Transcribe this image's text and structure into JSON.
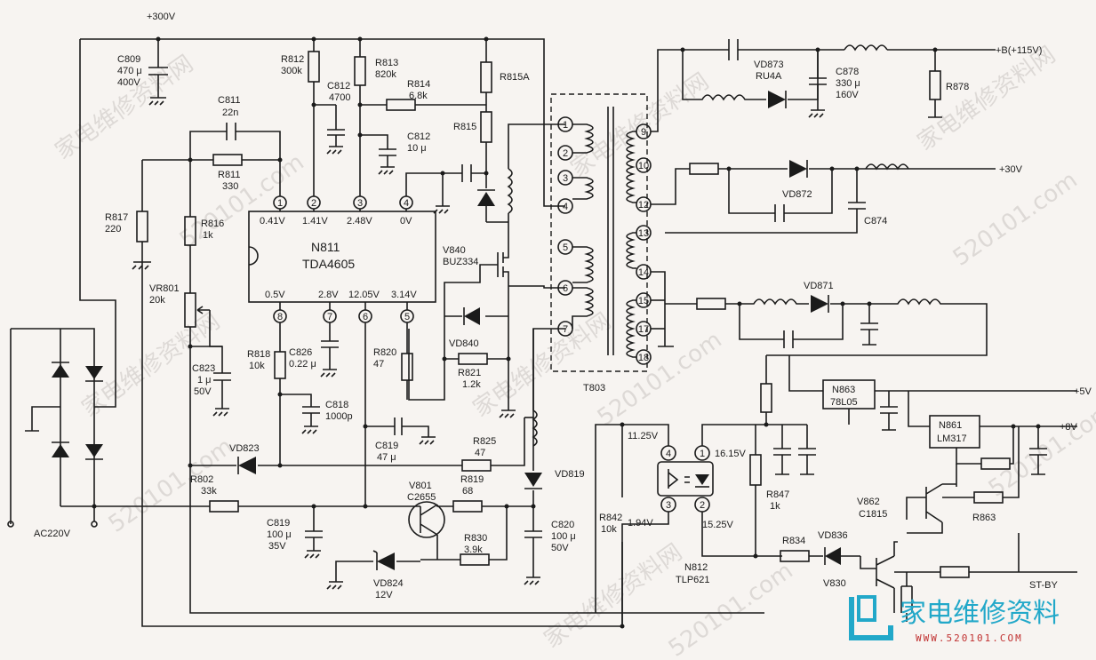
{
  "rails": {
    "v300": "+300V",
    "b115": "+B(+115V)",
    "v30": "+30V",
    "v5": "+5V",
    "v8": "+8V",
    "stby": "ST-BY",
    "ac": "AC220V"
  },
  "ic": {
    "ref": "N811",
    "part": "TDA4605",
    "top_pins": [
      {
        "num": "1",
        "v": "0.41V"
      },
      {
        "num": "2",
        "v": "1.41V"
      },
      {
        "num": "3",
        "v": "2.48V"
      },
      {
        "num": "4",
        "v": "0V"
      }
    ],
    "bottom_pins": [
      {
        "num": "8",
        "v": "0.5V"
      },
      {
        "num": "7",
        "v": "2.8V"
      },
      {
        "num": "6",
        "v": "12.05V"
      },
      {
        "num": "5",
        "v": "3.14V"
      }
    ]
  },
  "transformer": {
    "ref": "T803",
    "primary_pins": [
      "1",
      "2",
      "3",
      "4",
      "5",
      "6",
      "7"
    ],
    "secondary_pins": [
      "9",
      "10",
      "12",
      "13",
      "14",
      "15",
      "17",
      "18"
    ]
  },
  "components": {
    "c809": [
      "C809",
      "470 μ",
      "400V"
    ],
    "c811": [
      "C811",
      "22n"
    ],
    "r811": [
      "R811",
      "330"
    ],
    "r812": [
      "R812",
      "300k"
    ],
    "r813": [
      "R813",
      "820k"
    ],
    "c812a": [
      "C812",
      "4700"
    ],
    "r814": [
      "R814",
      "6.8k"
    ],
    "c812b": [
      "C812",
      "10 μ"
    ],
    "r815a": [
      "R815A"
    ],
    "r815": [
      "R815"
    ],
    "r817": [
      "R817",
      "220"
    ],
    "r816": [
      "R816",
      "1k"
    ],
    "vr801": [
      "VR801",
      "20k"
    ],
    "c823": [
      "C823",
      "1 μ",
      "50V"
    ],
    "r818": [
      "R818",
      "10k"
    ],
    "c826": [
      "C826",
      "0.22 μ"
    ],
    "c818": [
      "C818",
      "1000p"
    ],
    "r820": [
      "R820",
      "47"
    ],
    "v840": [
      "V840",
      "BUZ334"
    ],
    "vd840": [
      "VD840"
    ],
    "r821": [
      "R821",
      "1.2k"
    ],
    "c819a": [
      "C819",
      "47 μ"
    ],
    "r825": [
      "R825",
      "47"
    ],
    "vd823": [
      "VD823"
    ],
    "r802": [
      "R802",
      "33k"
    ],
    "v801": [
      "V801",
      "C2655"
    ],
    "r819": [
      "R819",
      "68"
    ],
    "c819b": [
      "C819",
      "100 μ",
      "35V"
    ],
    "r830": [
      "R830",
      "3.9k"
    ],
    "vd824": [
      "VD824",
      "12V"
    ],
    "vd819": [
      "VD819"
    ],
    "c820": [
      "C820",
      "100 μ",
      "50V"
    ],
    "r842": [
      "R842",
      "10k"
    ],
    "vd873": [
      "VD873",
      "RU4A"
    ],
    "c878": [
      "C878",
      "330 μ",
      "160V"
    ],
    "r878": [
      "R878"
    ],
    "vd872": [
      "VD872"
    ],
    "c874": [
      "C874"
    ],
    "vd871": [
      "VD871"
    ],
    "n863": [
      "N863",
      "78L05"
    ],
    "n861": [
      "N861",
      "LM317"
    ],
    "r847": [
      "R847",
      "1k"
    ],
    "v862": [
      "V862",
      "C1815"
    ],
    "r863": [
      "R863"
    ],
    "r834": [
      "R834"
    ],
    "vd836": [
      "VD836"
    ],
    "v830": [
      "V830"
    ],
    "n812": [
      "N812",
      "TLP621"
    ]
  },
  "optocoupler_pins": {
    "p4": "4",
    "p1": "1",
    "p3": "3",
    "p2": "2",
    "v4": "11.25V",
    "v1": "16.15V",
    "v3": "1.94V",
    "v2": "15.25V"
  },
  "watermark": {
    "site_cn": "家电维修资料网",
    "site_num": "520101.com",
    "logo_cn": "家电维修资料",
    "logo_url": "WWW.520101.COM"
  },
  "colors": {
    "ink": "#1b1b1b",
    "paper": "#f7f4f1",
    "logo_blue": "#22a8c9",
    "logo_red": "#c03030"
  }
}
